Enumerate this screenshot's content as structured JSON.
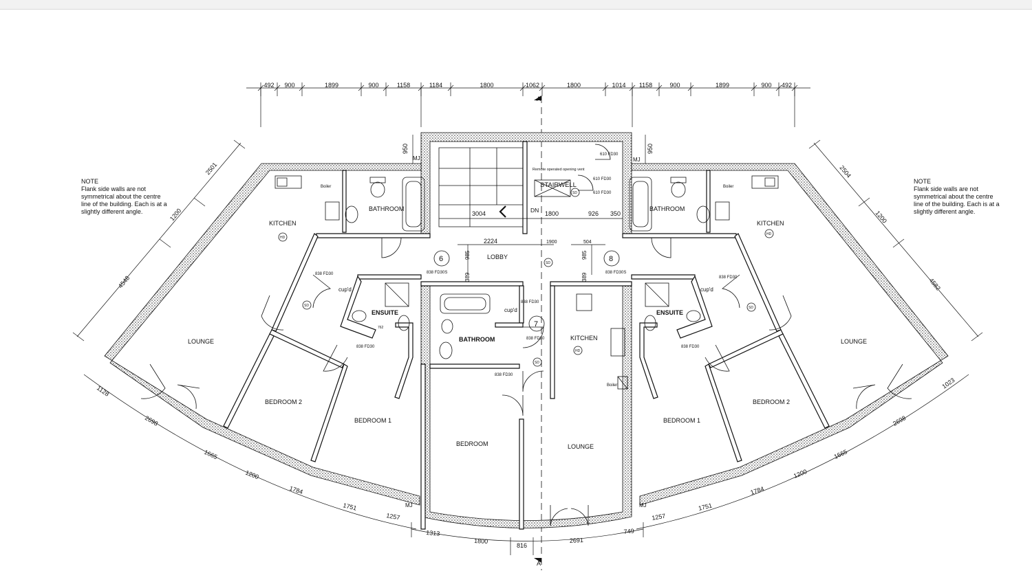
{
  "notes": {
    "left": {
      "heading": "NOTE",
      "body": "Flank side walls are not symmetrical about the centre line of the building. Each is at a slightly different angle."
    },
    "right": {
      "heading": "NOTE",
      "body": "Flank side walls are not symmetrical about the centre line of the building. Each is at a slightly different angle."
    }
  },
  "top_dimensions": [
    "492",
    "900",
    "1899",
    "900",
    "1158",
    "1184",
    "1800",
    "1062",
    "1800",
    "1014",
    "1158",
    "900",
    "1899",
    "900",
    "492"
  ],
  "section_markers": {
    "top": "A",
    "bottom": "A"
  },
  "rooms": {
    "left_kitchen": "KITCHEN",
    "left_bathroom": "BATHROOM",
    "stairwell": "STAIRWELL",
    "right_bathroom": "BATHROOM",
    "right_kitchen": "KITCHEN",
    "lobby": "LOBBY",
    "left_ensuite": "ENSUITE",
    "centre_bathroom": "BATHROOM",
    "right_ensuite": "ENSUITE",
    "left_lounge": "LOUNGE",
    "right_lounge": "LOUNGE",
    "left_bedroom2": "BEDROOM 2",
    "right_bedroom2": "BEDROOM 2",
    "left_bedroom1": "BEDROOM 1",
    "right_bedroom1": "BEDROOM 1",
    "centre_bedroom": "BEDROOM",
    "centre_kitchen": "KITCHEN",
    "centre_lounge": "LOUNGE"
  },
  "small_labels": {
    "cupd_left": "cup'd",
    "cupd_centre": "cup'd",
    "cupd_right": "cup'd",
    "boiler_left": "Boiler",
    "boiler_right": "Boiler",
    "boiler_centre": "Boiler",
    "vent": "Remote operated opening vent",
    "dn": "DN",
    "mj_tl": "MJ",
    "mj_tr": "MJ",
    "mj_bl": "MJ",
    "mj_br": "MJ",
    "hd": "HD",
    "sd": "SD",
    "fd_610a": "610 FD30",
    "fd_610b": "610 FD30",
    "fd_610c": "610 FD30",
    "fd_838": "838 FD30",
    "fd_838s": "838 FD30S",
    "fd_762": "762"
  },
  "flat_numbers": {
    "left": "6",
    "centre": "7",
    "right": "8"
  },
  "interior_dimensions": {
    "stair_3004": "3004",
    "stair_1800": "1800",
    "d926": "926",
    "d350": "350",
    "d2224": "2224",
    "d1900": "1900",
    "d504": "504",
    "d985_left": "985",
    "d985_right": "985",
    "d389_left": "389",
    "d389_right": "389",
    "d950_left": "950",
    "d950_right": "950"
  },
  "diagonal_dimensions": {
    "left": [
      "2501",
      "1200",
      "4548"
    ],
    "right": [
      "2504",
      "1200",
      "4582"
    ]
  },
  "bottom_dimensions": {
    "left_arc": [
      "1128",
      "2698",
      "1665",
      "1200",
      "1784",
      "1751",
      "1257"
    ],
    "centre": [
      "1313",
      "1800",
      "816",
      "2691",
      "749"
    ],
    "right_arc": [
      "1257",
      "1751",
      "1784",
      "1200",
      "1665",
      "2698",
      "1023"
    ]
  }
}
